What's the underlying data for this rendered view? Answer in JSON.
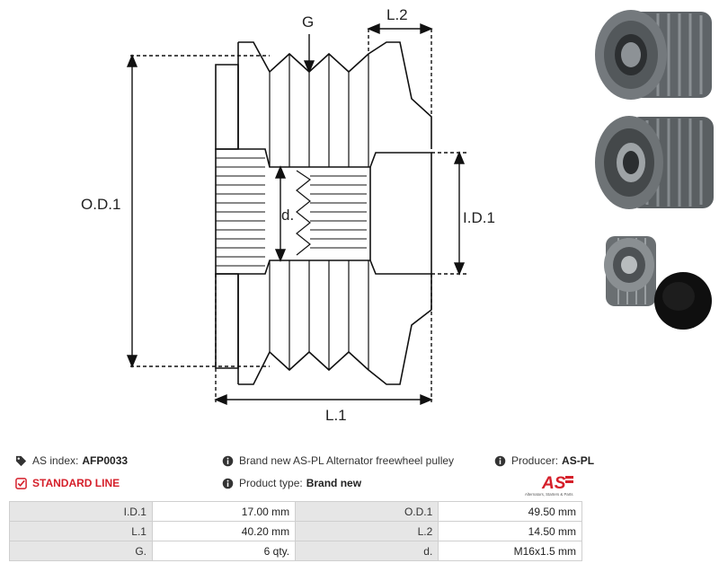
{
  "drawing": {
    "labels": {
      "g": "G",
      "l2": "L.2",
      "od1": "O.D.1",
      "d": "d.",
      "id1": "I.D.1",
      "l1": "L.1"
    }
  },
  "info": {
    "as_index_label": "AS index:",
    "as_index_value": "AFP0033",
    "standard_line": "STANDARD LINE",
    "description": "Brand new AS-PL Alternator freewheel pulley",
    "product_type_label": "Product type:",
    "product_type_value": "Brand new",
    "producer_label": "Producer:",
    "producer_value": "AS-PL"
  },
  "logo": {
    "mark": "AS",
    "tagline": "Alternators, Starters & Parts",
    "color": "#d51f2a"
  },
  "specs": [
    {
      "k1": "I.D.1",
      "v1": "17.00 mm",
      "k2": "O.D.1",
      "v2": "49.50 mm"
    },
    {
      "k1": "L.1",
      "v1": "40.20 mm",
      "k2": "L.2",
      "v2": "14.50 mm"
    },
    {
      "k1": "G.",
      "v1": "6 qty.",
      "k2": "d.",
      "v2": "M16x1.5 mm"
    }
  ],
  "icons": [
    "tag-icon",
    "checkbox-icon",
    "info-icon"
  ]
}
